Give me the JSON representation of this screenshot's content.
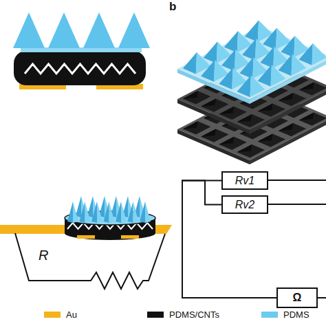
{
  "diagram": {
    "nodes": [
      {
        "text": [
          "Rv1"
        ]
      },
      {
        "text": [
          "Rv2"
        ]
      },
      {
        "text": [
          "Ω"
        ]
      }
    ],
    "edges": [
      {
        "from": 0,
        "to": 2,
        "arrow": "none"
      },
      {
        "from": 1,
        "to": 2,
        "arrow": "none"
      }
    ],
    "labels": [
      "b",
      "R"
    ],
    "legend": [
      {
        "text": "Au",
        "color": "#f5b21b"
      },
      {
        "text": "PDMS/CNTs",
        "color": "#111111"
      },
      {
        "text": "PDMS",
        "color": "#6ccbee"
      }
    ]
  }
}
